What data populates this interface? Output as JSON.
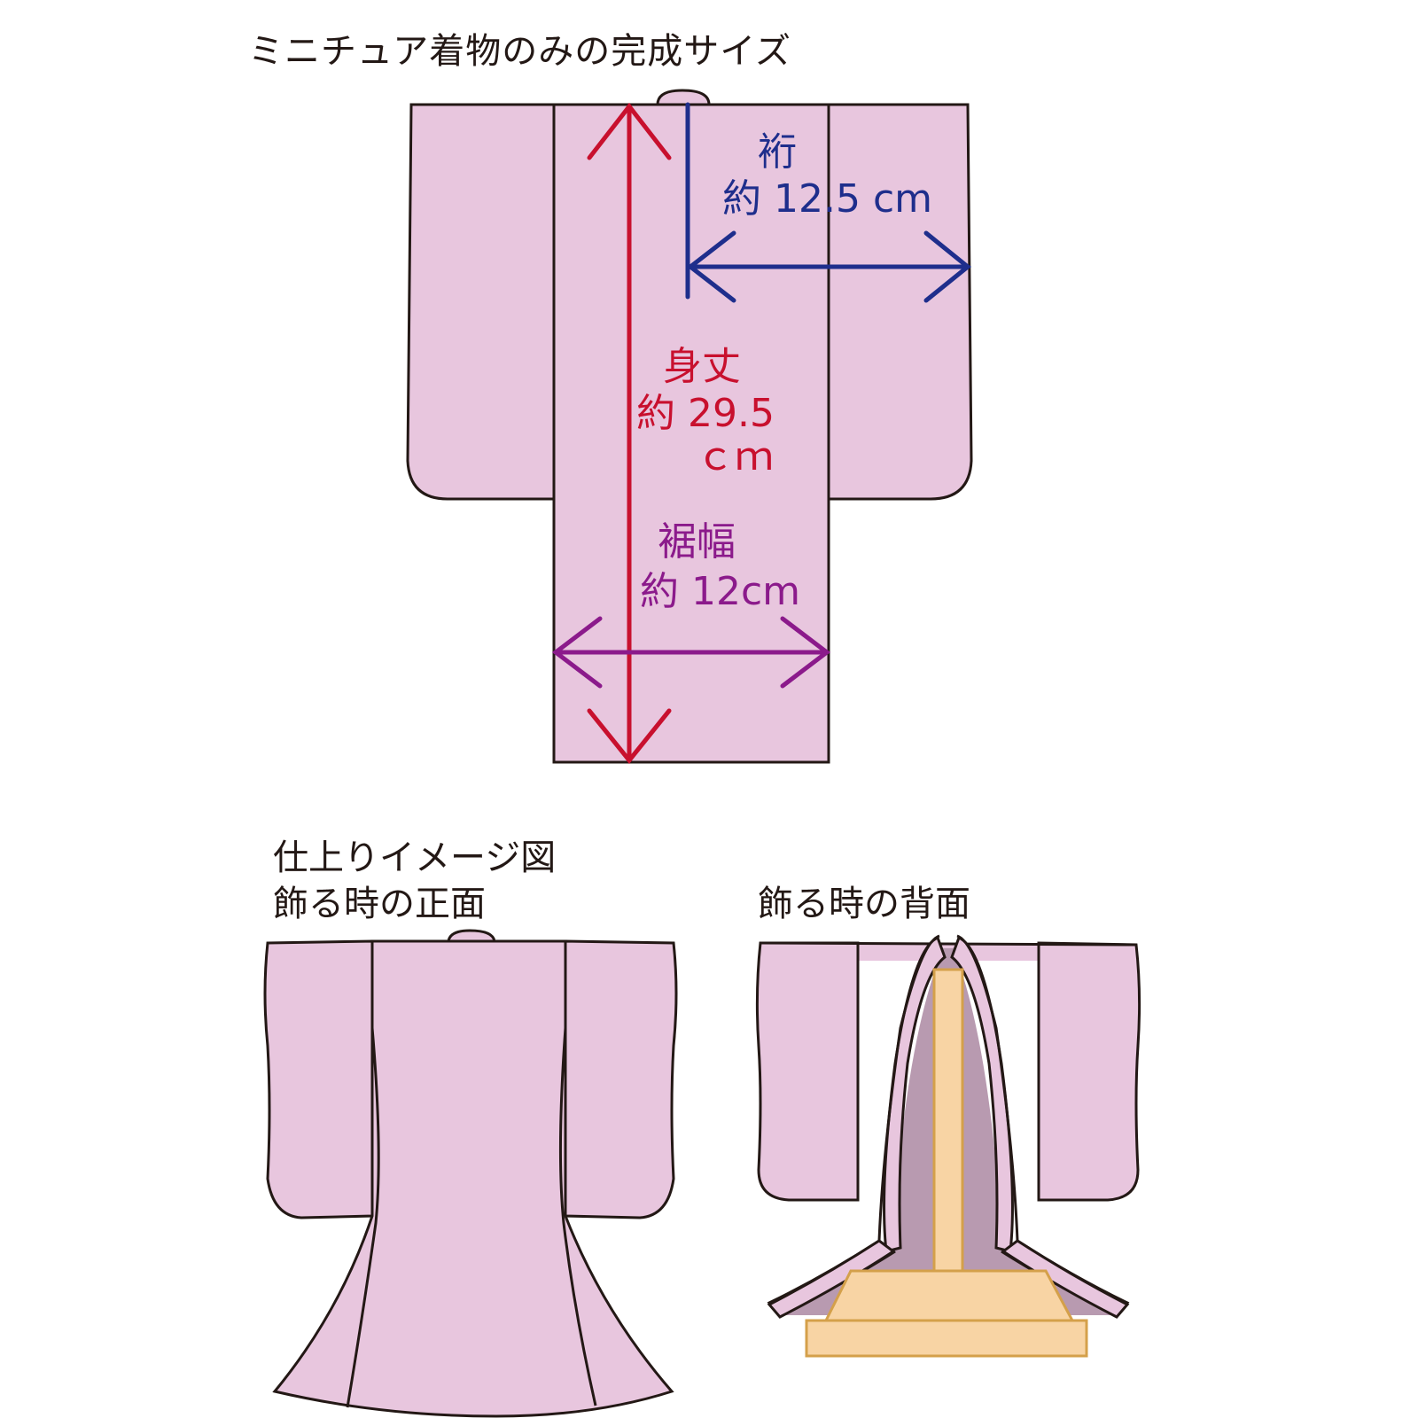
{
  "title": "ミニチュア着物のみの完成サイズ",
  "measurements": {
    "yuki": {
      "name": "裄",
      "value": "約 12.5 cm"
    },
    "mitake": {
      "name": "身丈",
      "value_line1": "約 29.5",
      "value_line2": "ｃｍ"
    },
    "susohaba": {
      "name": "裾幅",
      "value": "約 12cm"
    }
  },
  "finished_image": {
    "heading": "仕上りイメージ図",
    "front_label": "飾る時の正面",
    "back_label": "飾る時の背面"
  },
  "colors": {
    "kimono_fill": "#e8c6de",
    "kimono_inner": "#b89ab0",
    "outline": "#231815",
    "stand_fill": "#f8d4a4",
    "stand_stroke": "#d4a04a",
    "yuki_arrow": "#1e2e8c",
    "mitake_arrow": "#c8102e",
    "susohaba_arrow": "#8b1a8b"
  }
}
